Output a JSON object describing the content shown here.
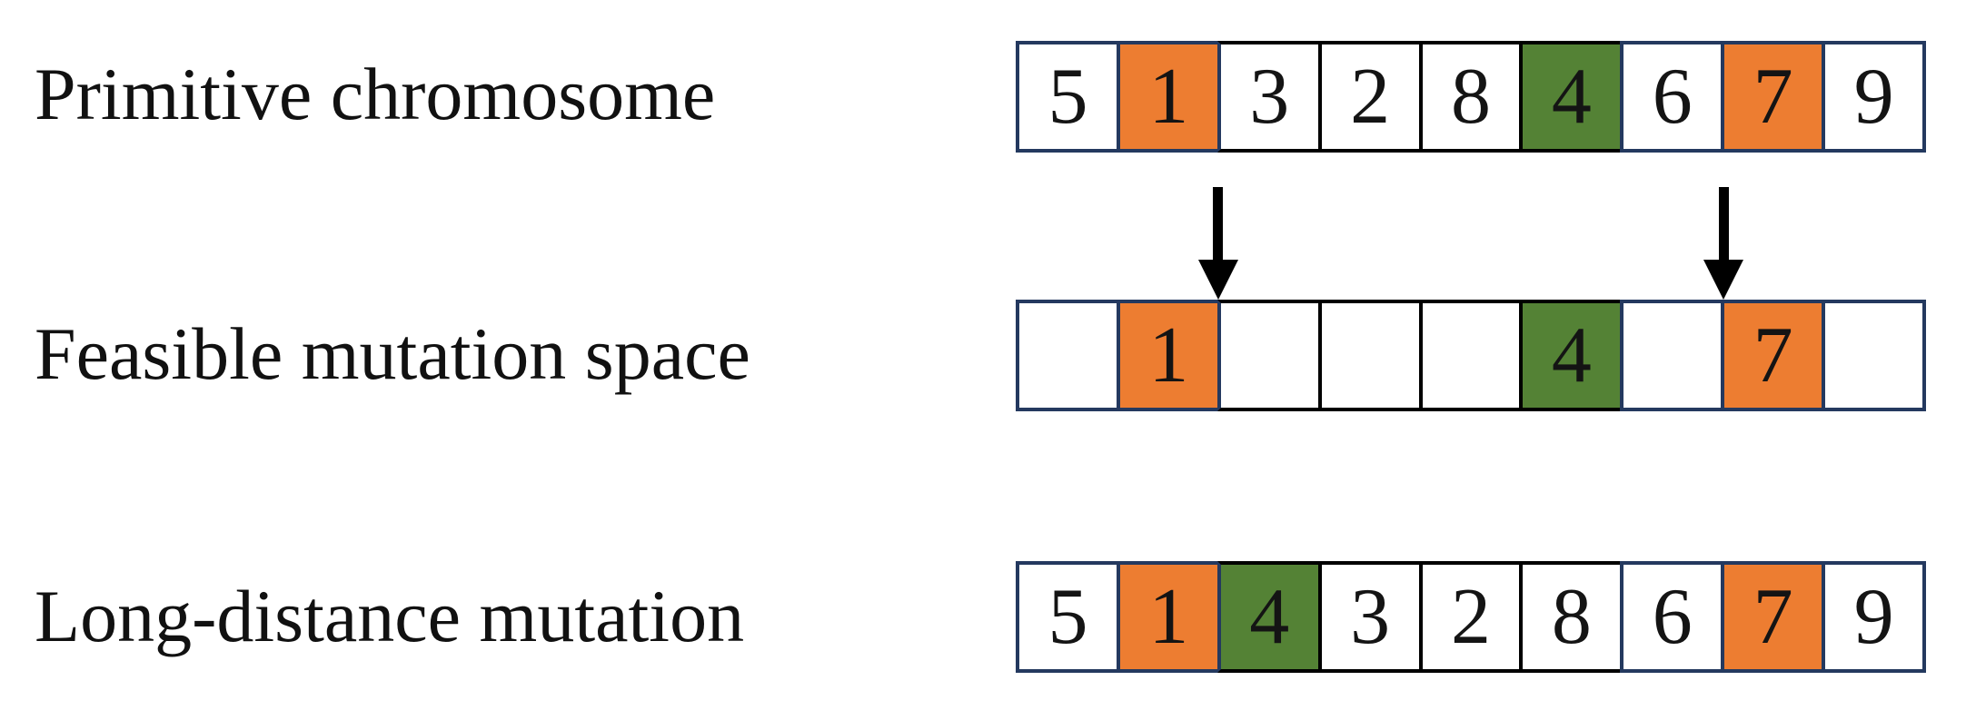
{
  "colors": {
    "highlight_orange": "#ED7D31",
    "highlight_green": "#548235",
    "border_navy": "#24395F",
    "border_black": "#000000",
    "text": "#111111",
    "background": "#FFFFFF"
  },
  "rows": [
    {
      "label": "Primitive chromosome",
      "emphasized_range": [
        2,
        5
      ],
      "cells": [
        {
          "value": "5",
          "fill": "none"
        },
        {
          "value": "1",
          "fill": "orange"
        },
        {
          "value": "3",
          "fill": "none"
        },
        {
          "value": "2",
          "fill": "none"
        },
        {
          "value": "8",
          "fill": "none"
        },
        {
          "value": "4",
          "fill": "green"
        },
        {
          "value": "6",
          "fill": "none"
        },
        {
          "value": "7",
          "fill": "orange"
        },
        {
          "value": "9",
          "fill": "none"
        }
      ]
    },
    {
      "label": "Feasible mutation space",
      "emphasized_range": [
        2,
        5
      ],
      "cells": [
        {
          "value": "",
          "fill": "none"
        },
        {
          "value": "1",
          "fill": "orange"
        },
        {
          "value": "",
          "fill": "none"
        },
        {
          "value": "",
          "fill": "none"
        },
        {
          "value": "",
          "fill": "none"
        },
        {
          "value": "4",
          "fill": "green"
        },
        {
          "value": "",
          "fill": "none"
        },
        {
          "value": "7",
          "fill": "orange"
        },
        {
          "value": "",
          "fill": "none"
        }
      ]
    },
    {
      "label": "Long-distance mutation",
      "emphasized_range": [
        2,
        5
      ],
      "cells": [
        {
          "value": "5",
          "fill": "none"
        },
        {
          "value": "1",
          "fill": "orange"
        },
        {
          "value": "4",
          "fill": "green"
        },
        {
          "value": "3",
          "fill": "none"
        },
        {
          "value": "2",
          "fill": "none"
        },
        {
          "value": "8",
          "fill": "none"
        },
        {
          "value": "6",
          "fill": "none"
        },
        {
          "value": "7",
          "fill": "orange"
        },
        {
          "value": "9",
          "fill": "none"
        }
      ]
    }
  ],
  "arrows": [
    {
      "name": "mutation-point-arrow-left",
      "boundary_index": 2
    },
    {
      "name": "mutation-point-arrow-right",
      "boundary_index": 7
    }
  ]
}
